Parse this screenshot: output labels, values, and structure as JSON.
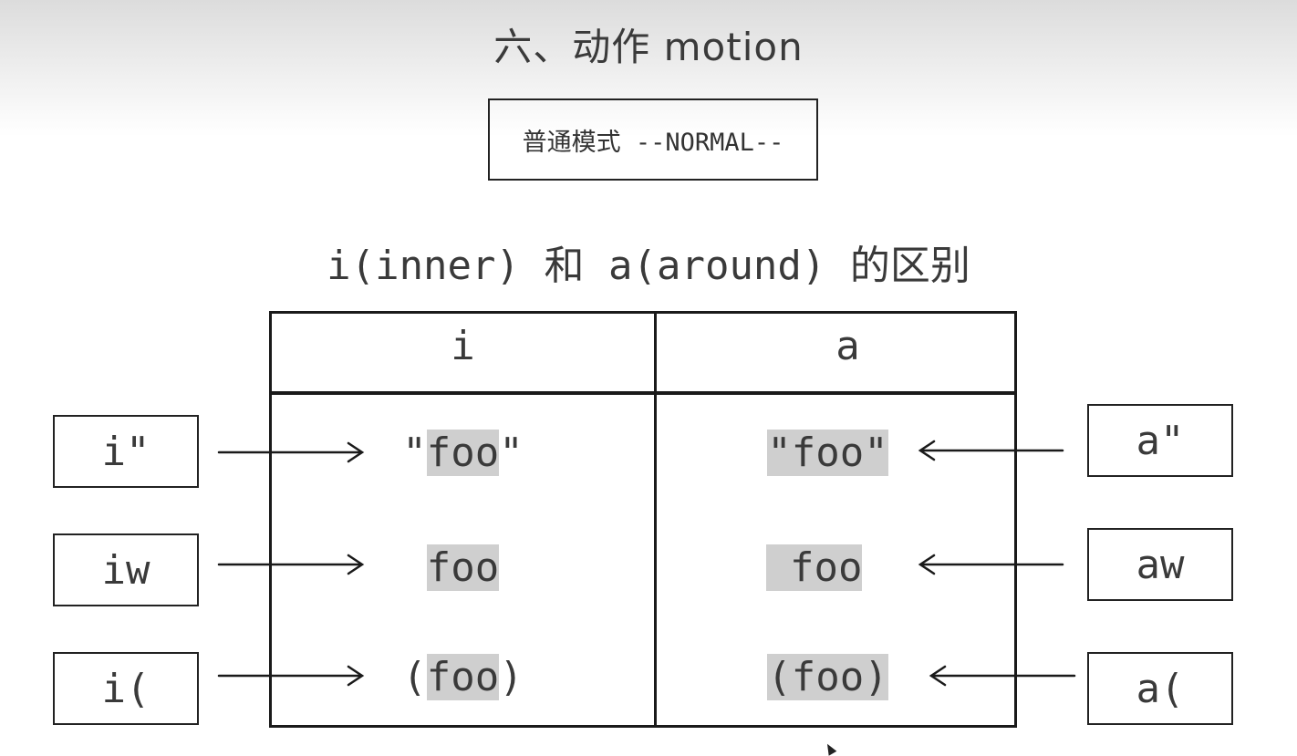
{
  "title": "六、动作 motion",
  "mode_label": "普通模式 --NORMAL--",
  "subtitle": "i(inner) 和 a(around) 的区别",
  "table": {
    "headers": [
      "i",
      "a"
    ],
    "rows": [
      {
        "inner": {
          "pre": "\"",
          "hl": "foo",
          "post": "\""
        },
        "around": {
          "pre": "",
          "hl": "\"foo\"",
          "post": ""
        }
      },
      {
        "inner": {
          "pre": "",
          "hl": "foo",
          "post": ""
        },
        "around": {
          "pre": "",
          "hl": " foo",
          "post": ""
        }
      },
      {
        "inner": {
          "pre": "(",
          "hl": "foo",
          "post": ")"
        },
        "around": {
          "pre": "",
          "hl": "(foo)",
          "post": ""
        }
      }
    ]
  },
  "left_keys": [
    "i\"",
    "iw",
    "i("
  ],
  "right_keys": [
    "a\"",
    "aw",
    "a("
  ],
  "colors": {
    "highlight": "#cfcfcf",
    "ink": "#1a1a1a",
    "text": "#3a3a3a"
  }
}
